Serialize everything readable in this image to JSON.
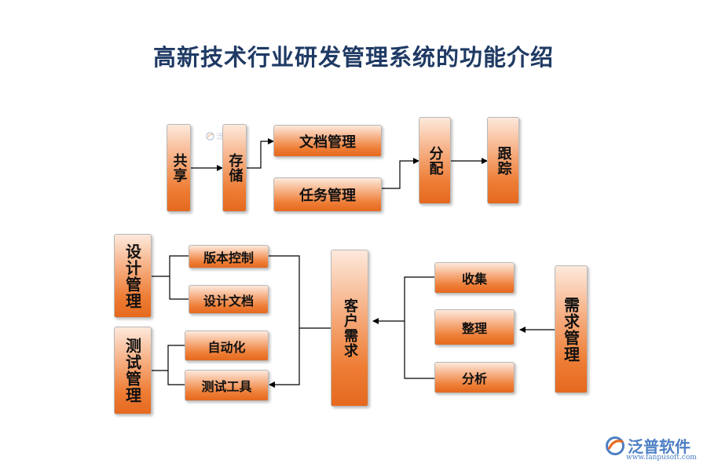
{
  "title": "高新技术行业研发管理系统的功能介绍",
  "boxes": {
    "share": "共享",
    "store": "存储",
    "doc_mgmt": "文档管理",
    "task_mgmt": "任务管理",
    "assign": "分配",
    "track": "跟踪",
    "design_mgmt": "设计管理",
    "version_ctrl": "版本控制",
    "design_doc": "设计文档",
    "test_mgmt": "测试管理",
    "automation": "自动化",
    "test_tools": "测试工具",
    "customer_req": "客户需求",
    "collect": "收集",
    "organize": "整理",
    "analyze": "分析",
    "req_mgmt": "需求管理"
  },
  "watermark": "泛普软件",
  "logo": {
    "name": "泛普软件",
    "url": "www.fanpusoft.com"
  },
  "colors": {
    "box_top": "#fde9dc",
    "box_bottom": "#e5691f",
    "title": "#1f3a64",
    "logo": "#4d7fc4"
  }
}
